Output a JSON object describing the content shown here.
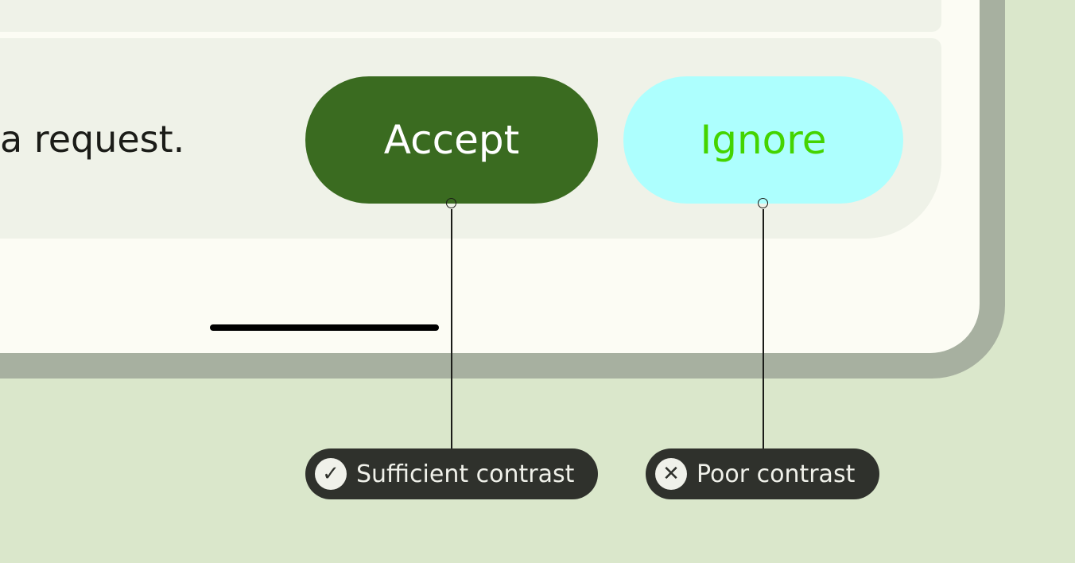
{
  "message_text": "a request.",
  "buttons": {
    "accept_label": "Accept",
    "ignore_label": "Ignore"
  },
  "annotations": [
    {
      "label": "Sufficient contrast",
      "icon": "check-circle-icon"
    },
    {
      "label": "Poor contrast",
      "icon": "x-circle-icon"
    }
  ],
  "colors": {
    "accept_bg": "#3a6b20",
    "accept_text": "#ffffff",
    "ignore_bg": "#adfffe",
    "ignore_text": "#44d400",
    "background": "#dae7cb"
  }
}
